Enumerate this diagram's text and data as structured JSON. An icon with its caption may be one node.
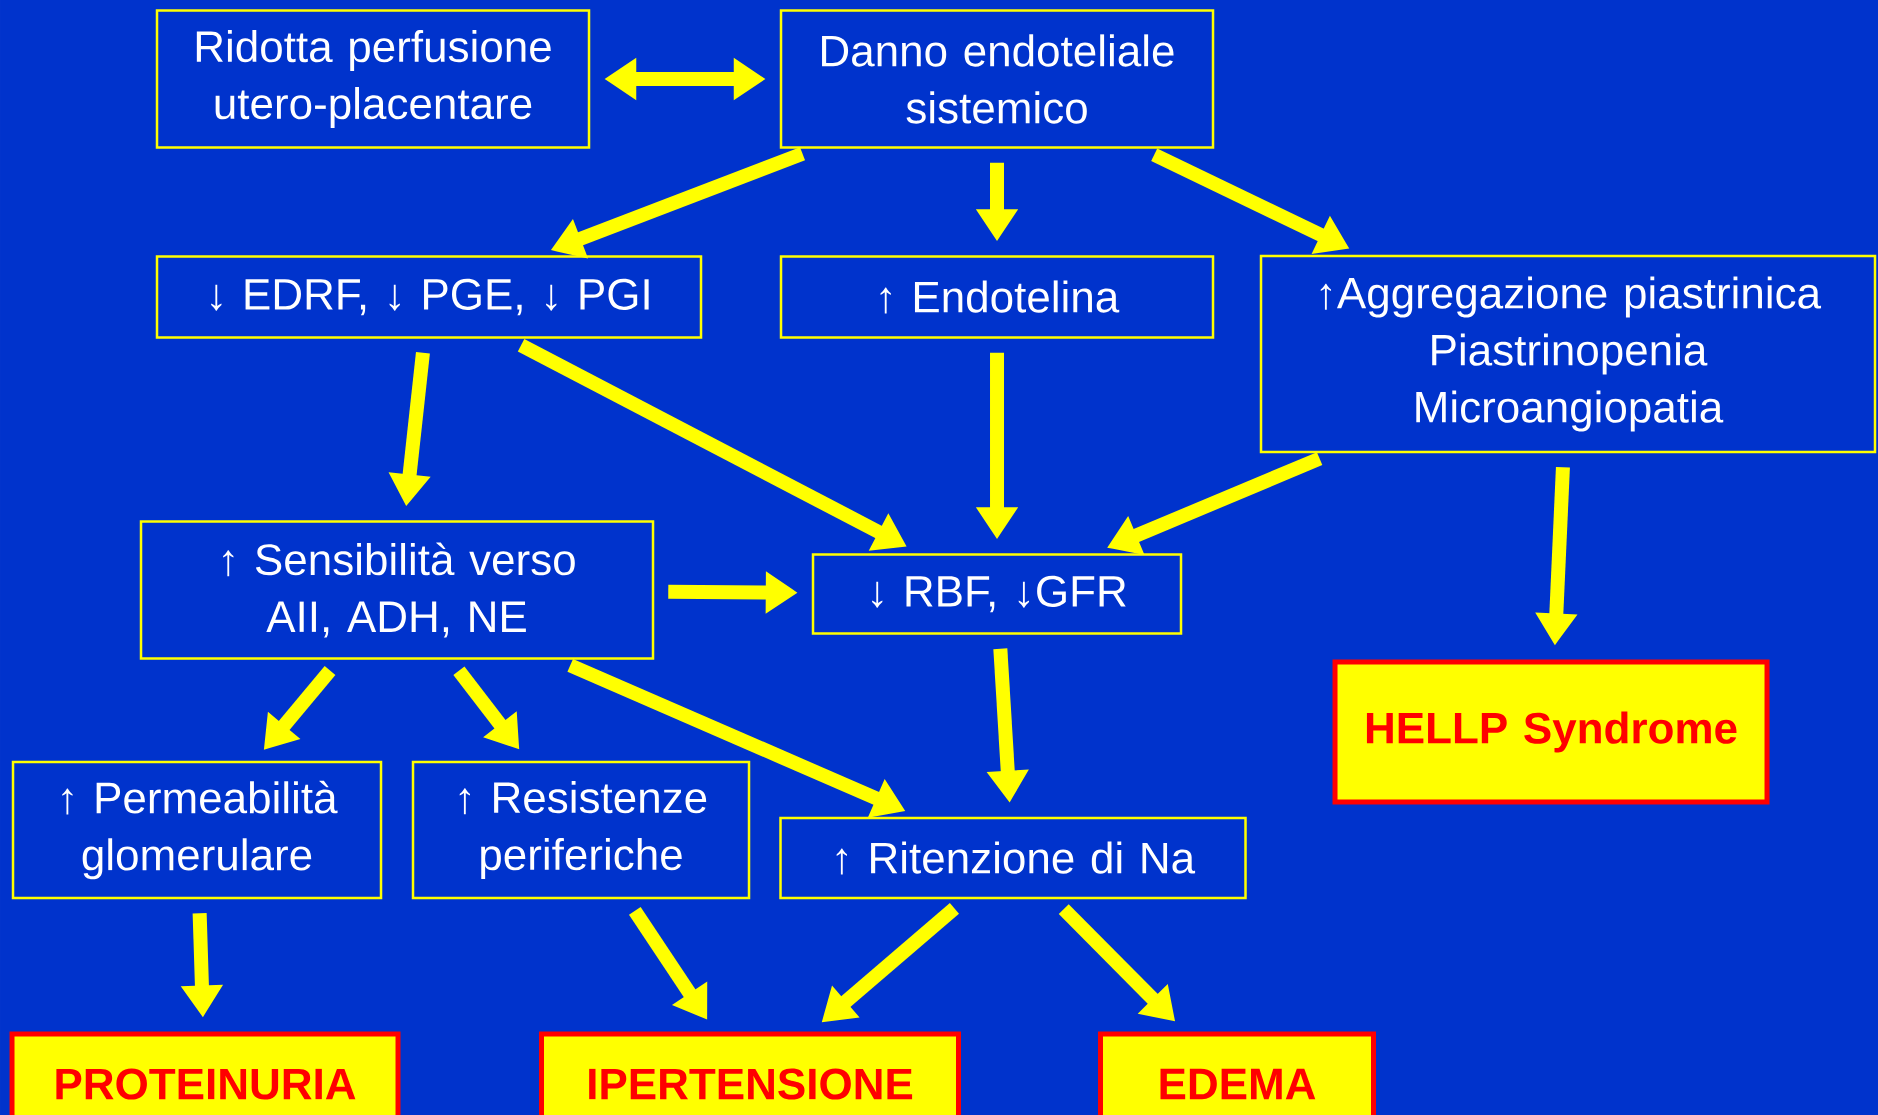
{
  "diagram": {
    "nodes": [
      {
        "text": [
          "Ridotta perfusione utero-placentare"
        ]
      },
      {
        "text": [
          "Danno endoteliale sistemico"
        ]
      },
      {
        "text": [
          "↓ EDRF, ↓ PGE, ↓ PGI"
        ]
      },
      {
        "text": [
          "↑ Endotelina"
        ]
      },
      {
        "text": [
          "↑Aggregazione piastrinica",
          "Piastrinopenia",
          "Microangiopatia"
        ]
      },
      {
        "text": [
          "↑ Sensibilità verso AII, ADH, NE"
        ]
      },
      {
        "text": [
          "↓ RBF, ↓GFR"
        ]
      },
      {
        "text": [
          "HELLP Syndrome"
        ]
      },
      {
        "text": [
          "↑ Permeabilità glomerulare"
        ]
      },
      {
        "text": [
          "↑ Resistenze periferiche"
        ]
      },
      {
        "text": [
          "↑ Ritenzione di Na"
        ]
      },
      {
        "text": [
          "PROTEINURIA"
        ]
      },
      {
        "text": [
          "IPERTENSIONE"
        ]
      },
      {
        "text": [
          "EDEMA"
        ]
      }
    ],
    "edges": [
      {
        "from": 0,
        "to": 1,
        "arrow": "both"
      },
      {
        "from": 1,
        "to": 2,
        "arrow": "to"
      },
      {
        "from": 1,
        "to": 3,
        "arrow": "to"
      },
      {
        "from": 1,
        "to": 4,
        "arrow": "to"
      },
      {
        "from": 2,
        "to": 5,
        "arrow": "to"
      },
      {
        "from": 2,
        "to": 6,
        "arrow": "to"
      },
      {
        "from": 3,
        "to": 6,
        "arrow": "to"
      },
      {
        "from": 4,
        "to": 6,
        "arrow": "to"
      },
      {
        "from": 4,
        "to": 7,
        "arrow": "to"
      },
      {
        "from": 5,
        "to": 6,
        "arrow": "to"
      },
      {
        "from": 5,
        "to": 8,
        "arrow": "to"
      },
      {
        "from": 5,
        "to": 9,
        "arrow": "to"
      },
      {
        "from": 5,
        "to": 10,
        "arrow": "to"
      },
      {
        "from": 6,
        "to": 10,
        "arrow": "to"
      },
      {
        "from": 8,
        "to": 11,
        "arrow": "to"
      },
      {
        "from": 9,
        "to": 12,
        "arrow": "to"
      },
      {
        "from": 10,
        "to": 12,
        "arrow": "to"
      },
      {
        "from": 10,
        "to": 13,
        "arrow": "to"
      }
    ]
  }
}
